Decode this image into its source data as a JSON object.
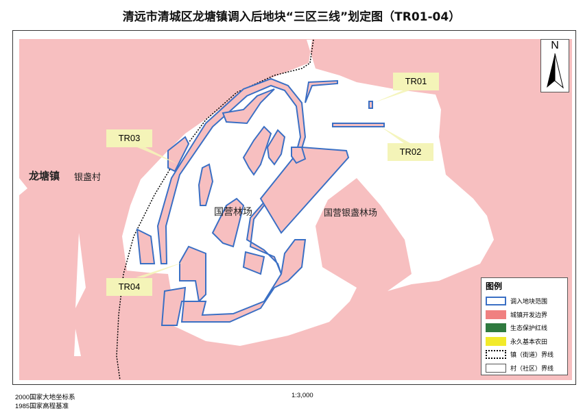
{
  "title": "清远市清城区龙塘镇调入后地块“三区三线”划定图（TR01-04）",
  "labels": {
    "town": "龙塘镇",
    "village": "银盏村",
    "forest1": "国营林场",
    "forest2": "国营银盏林场"
  },
  "tags": [
    "TR01",
    "TR02",
    "TR03",
    "TR04"
  ],
  "north": "N",
  "legend": {
    "title": "图例",
    "items": [
      {
        "label": "调入地块范围",
        "color": "#3a6fc4",
        "style": "outline"
      },
      {
        "label": "城镇开发边界",
        "color": "#f08080",
        "style": "fill"
      },
      {
        "label": "生态保护红线",
        "color": "#2f7a3f",
        "style": "fill"
      },
      {
        "label": "永久基本农田",
        "color": "#f2ea2a",
        "style": "fill"
      },
      {
        "label": "镇（街道）界线",
        "color": "#000000",
        "style": "dotted"
      },
      {
        "label": "村（社区）界线",
        "color": "#555555",
        "style": "outline"
      }
    ]
  },
  "colors": {
    "urban_area": "#f7bfc0",
    "parcel_outline": "#3a6fc4",
    "tag_bg": "#f4f4b8"
  },
  "footer": {
    "crs": "2000国家大地坐标系",
    "datum": "1985国家高程基准",
    "scale": "1:3,000"
  }
}
